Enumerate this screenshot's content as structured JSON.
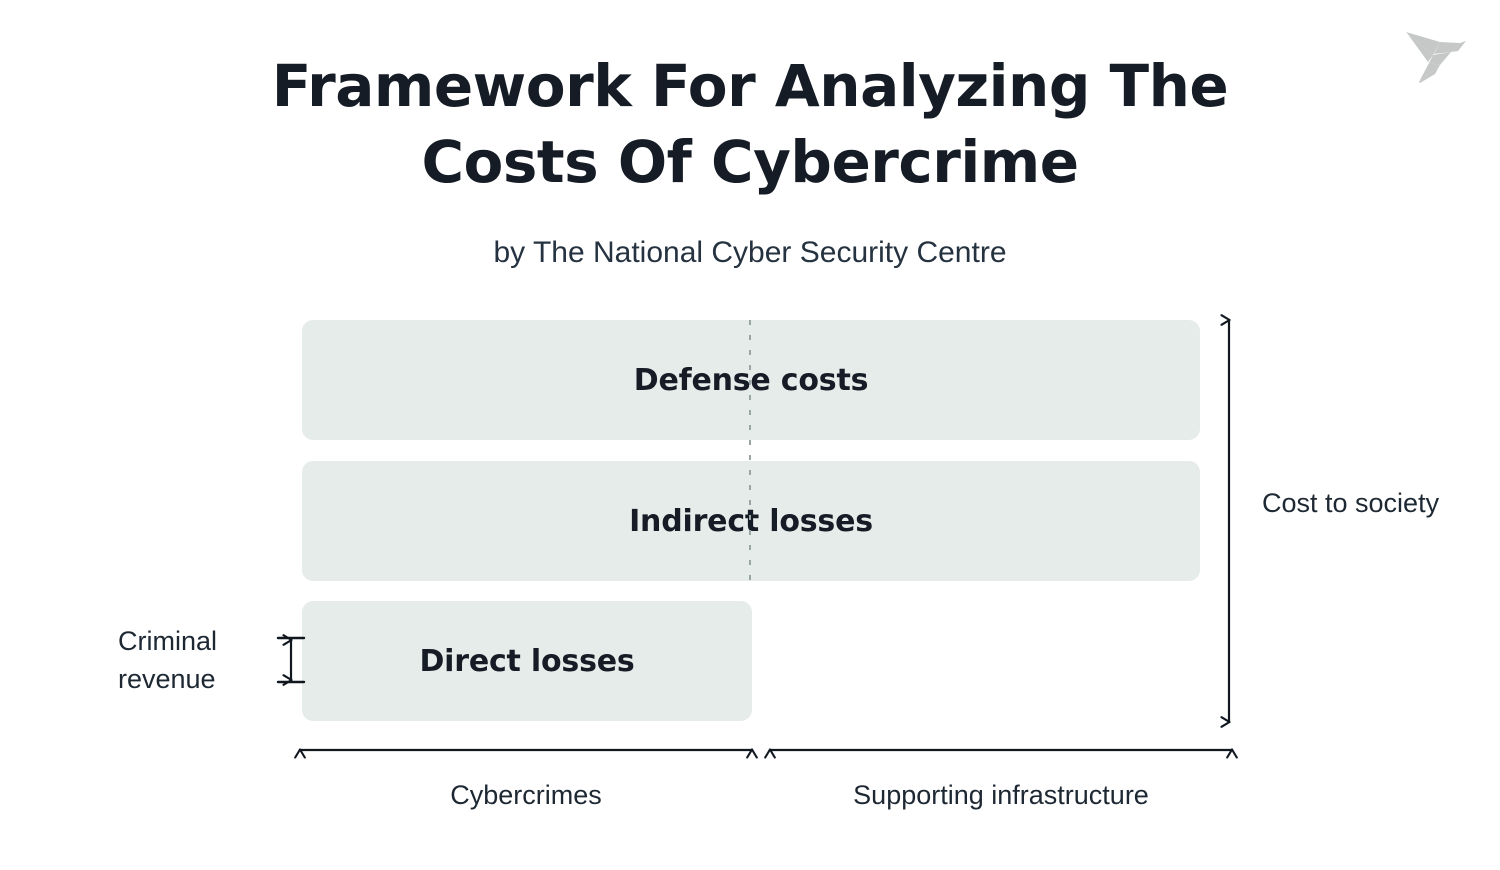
{
  "page": {
    "background": "#ffffff",
    "accent_box_fill": "#e6ecea",
    "text_color": "#151c25",
    "dashed_line_color": "#9aa6a6",
    "logo_color": "#c6c8c8"
  },
  "logo": {
    "name": "origami-bird-logo",
    "alt": "origami paper crane"
  },
  "header": {
    "title": "Framework For Analyzing The Costs Of Cybercrime",
    "subtitle": "by The National Cyber Security Centre"
  },
  "diagram": {
    "type": "stacked-framework",
    "boxes": [
      {
        "id": "defense-costs",
        "label": "Defense costs"
      },
      {
        "id": "indirect-losses",
        "label": "Indirect losses"
      },
      {
        "id": "direct-losses",
        "label": "Direct losses"
      }
    ],
    "annotations": {
      "vertical_right": "Cost to society",
      "vertical_left": "Criminal revenue",
      "horizontal_left": "Cybercrimes",
      "horizontal_right": "Supporting infrastructure"
    }
  }
}
